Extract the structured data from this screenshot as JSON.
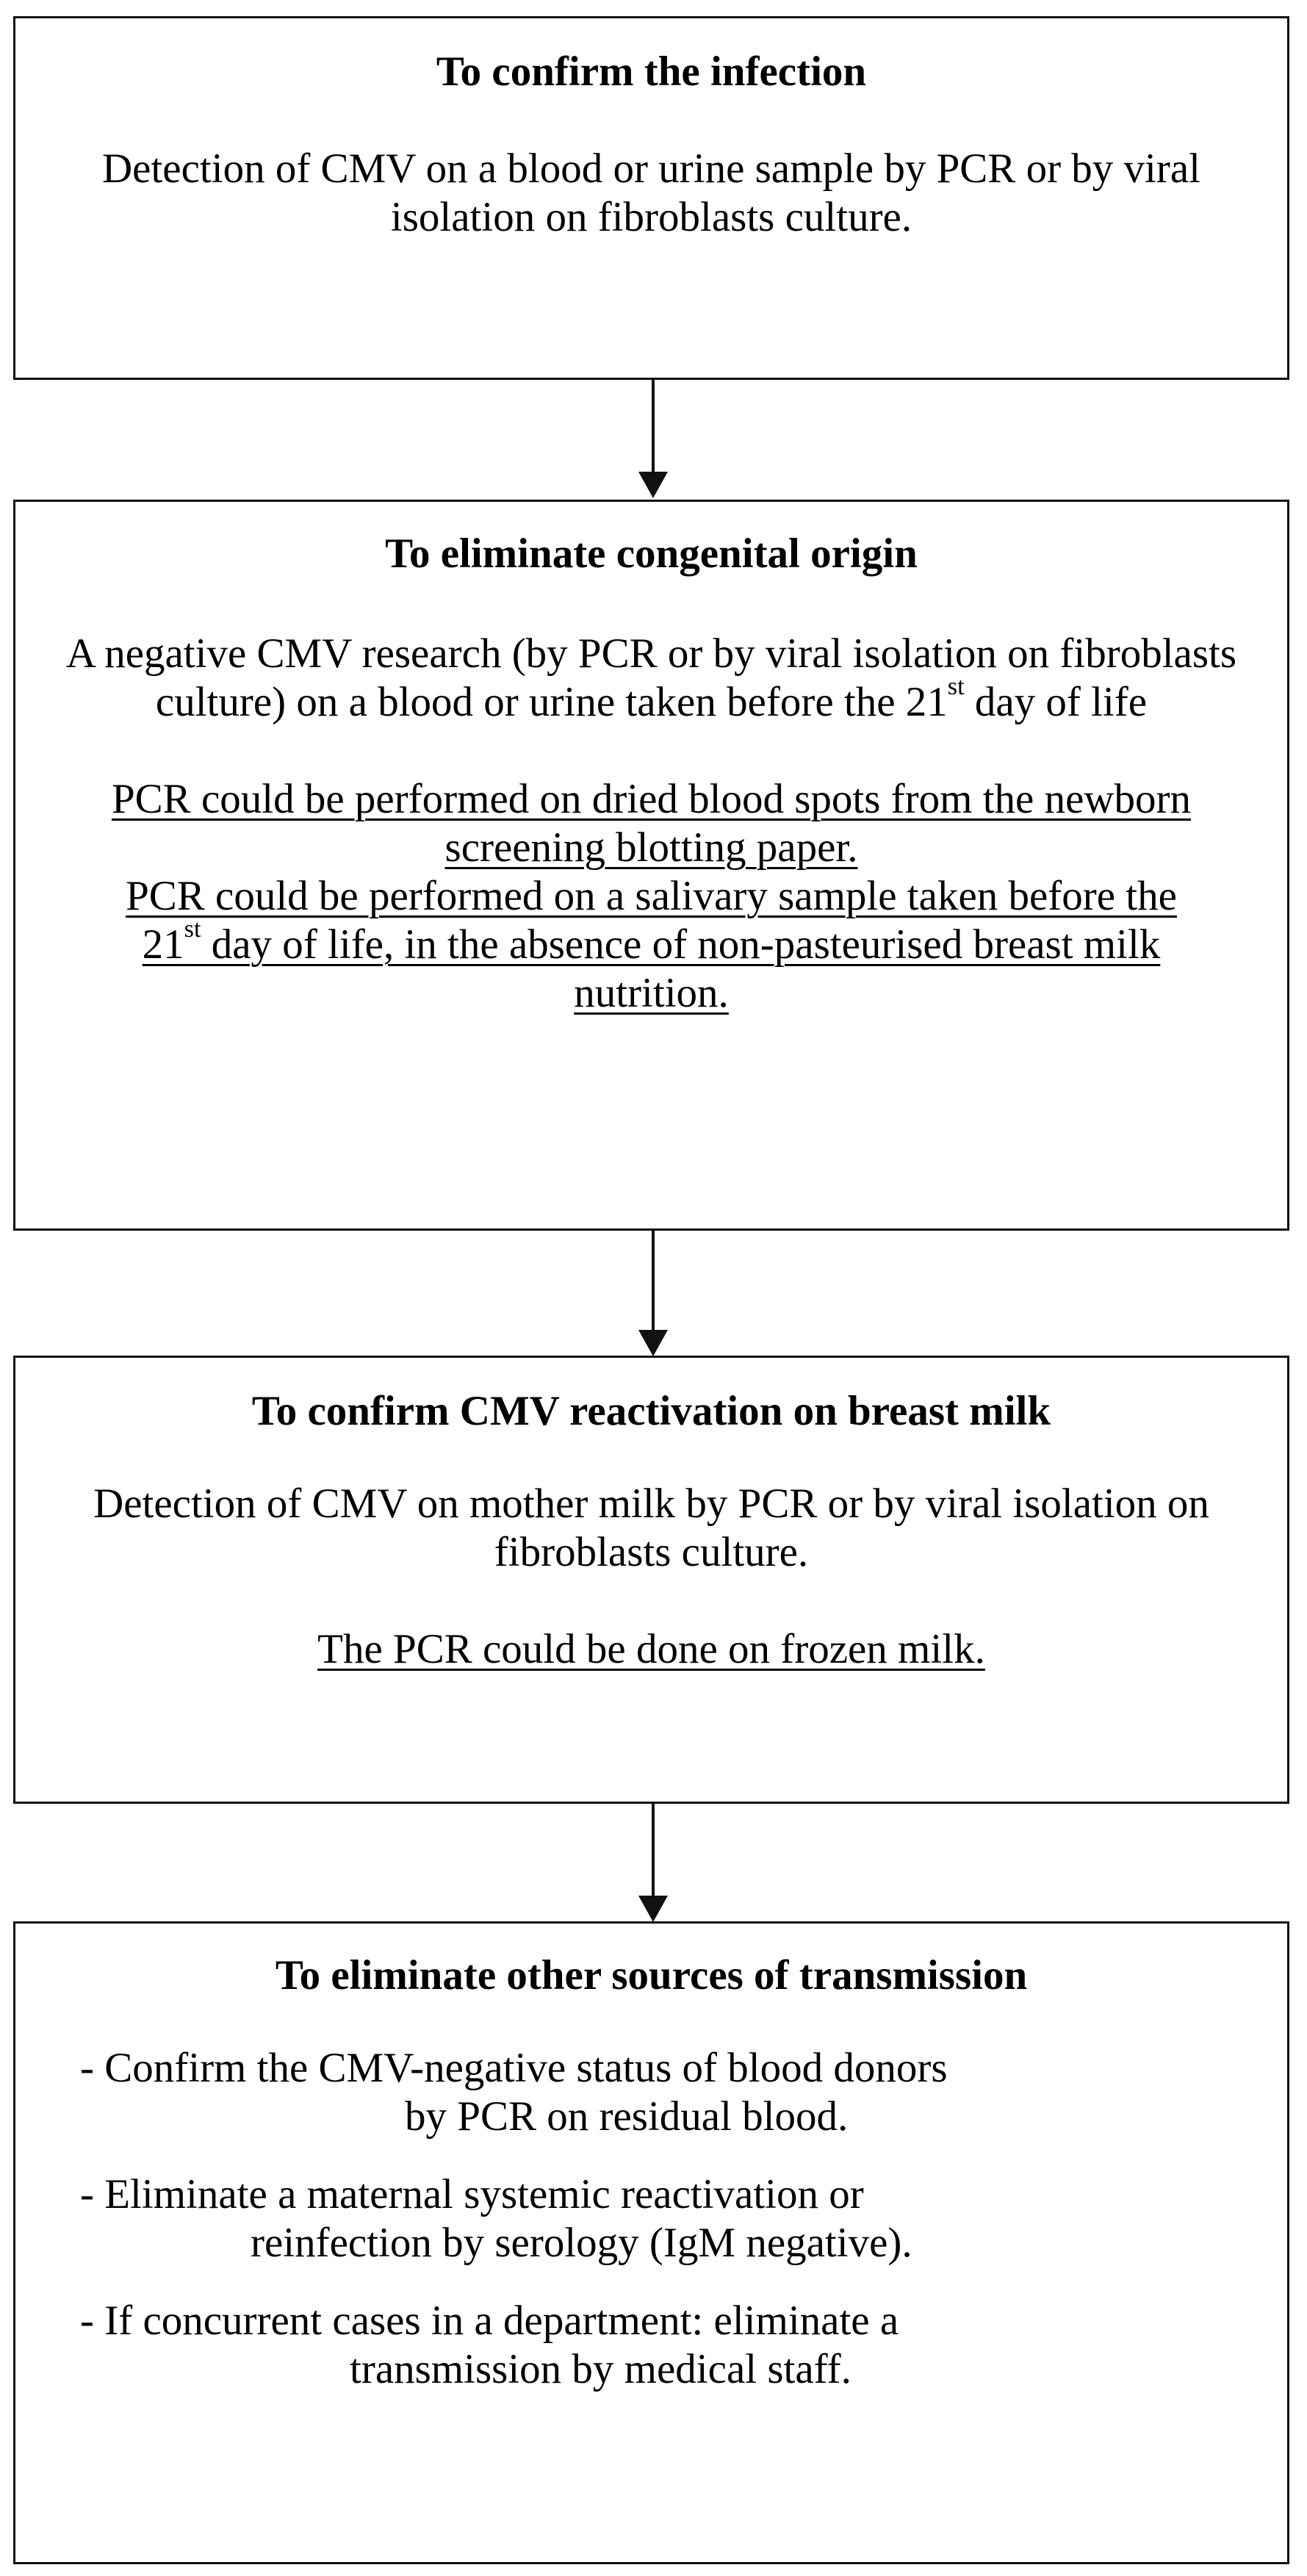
{
  "boxes": {
    "confirm_infection": {
      "title": "To confirm the infection",
      "text": "Detection of CMV on a blood or urine sample by PCR or by viral isolation on fibroblasts culture."
    },
    "congenital_origin": {
      "title": "To eliminate congenital origin",
      "para1_a": "A negative CMV research (by PCR or by viral isolation on fibroblasts culture) on a blood or urine taken before the 21",
      "para1_sup": "st",
      "para1_b": " day of life",
      "para2_line1": "PCR could be performed on dried blood spots from the newborn screening blotting paper.",
      "para2_line2_a": "PCR could be performed on a salivary sample taken before the 21",
      "para2_line2_sup": "st",
      "para2_line2_b": " day of life, in the absence of non-pasteurised breast milk nutrition."
    },
    "breast_milk": {
      "title": "To confirm CMV reactivation on breast milk",
      "text": "Detection of CMV on mother milk by PCR or by viral isolation on fibroblasts culture.",
      "note": "The PCR could be done on frozen milk."
    },
    "other_sources": {
      "title": "To eliminate other sources of transmission",
      "item1_a": "-  Confirm the CMV-negative status of blood donors",
      "item1_b": "by PCR on residual blood.",
      "item2_a": "- Eliminate a maternal systemic reactivation or",
      "item2_b": "reinfection by serology (IgM negative).",
      "item3_a": "- If concurrent cases in a department: eliminate a",
      "item3_b": "transmission by medical staff."
    }
  }
}
